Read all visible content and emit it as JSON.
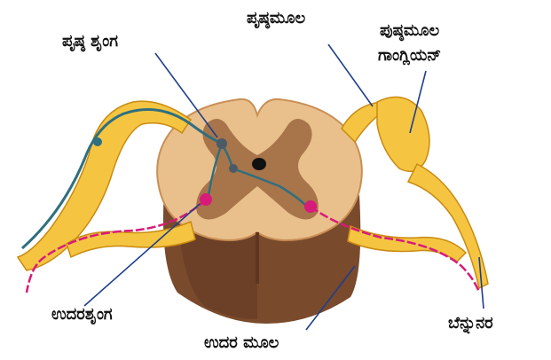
{
  "labels": {
    "dorsal_horn": "ಪೃಷ್ಠ ಶೃಂಗ",
    "dorsal_root": "ಪೃಷ್ಠಮೂಲ",
    "dorsal_root_ganglion_line1": "ಪುಷ್ಠಮೂಲ",
    "dorsal_root_ganglion_line2": "ಗಾಂಗ್ಲಿಯನ್",
    "ventral_horn": "ಉದರಶೃಂಗ",
    "ventral_root": "ಉದರ ಮೂಲ",
    "spinal_nerve": "ಬೆನ್ನುನರ"
  },
  "colors": {
    "white_matter": "#e9c08c",
    "grey_matter": "#a8744a",
    "cord_side": "#7a4a2c",
    "nerve_yellow": "#f5c542",
    "nerve_outline": "#c98a10",
    "sensory_neuron": "#2f6f7f",
    "motor_neuron": "#d81b7a",
    "leader_line": "#1e3f8a"
  }
}
